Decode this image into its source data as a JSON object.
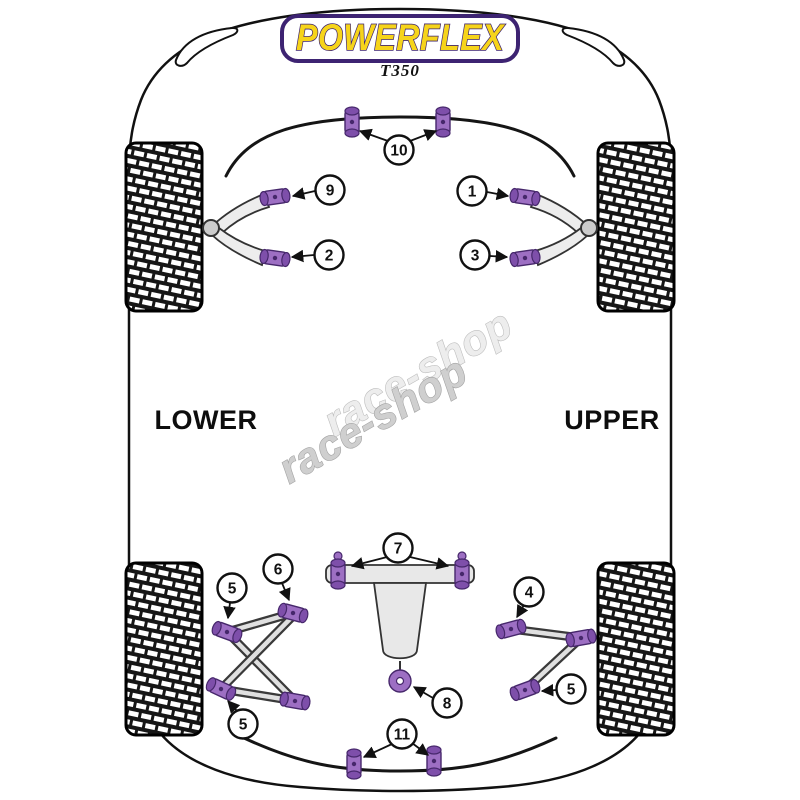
{
  "brand": {
    "logo_text": "POWERFLEX",
    "model_label": "T350"
  },
  "labels": {
    "lower": "LOWER",
    "upper": "UPPER"
  },
  "watermark": {
    "line1": "race-shop",
    "line2": "race-shop"
  },
  "callouts": {
    "c1": "1",
    "c2": "2",
    "c3": "3",
    "c4": "4",
    "c5a": "5",
    "c5b": "5",
    "c5c": "5",
    "c6": "6",
    "c7": "7",
    "c8": "8",
    "c9": "9",
    "c10": "10",
    "c11": "11"
  },
  "colors": {
    "bush_purple": "#9d6fc3",
    "bush_cap": "#7e4faa",
    "bush_dark": "#46276b",
    "logo_yellow": "#f6d41a",
    "logo_purple": "#3d2372",
    "watermark_light": "#ededed",
    "watermark_dark": "#cfcfcf"
  }
}
